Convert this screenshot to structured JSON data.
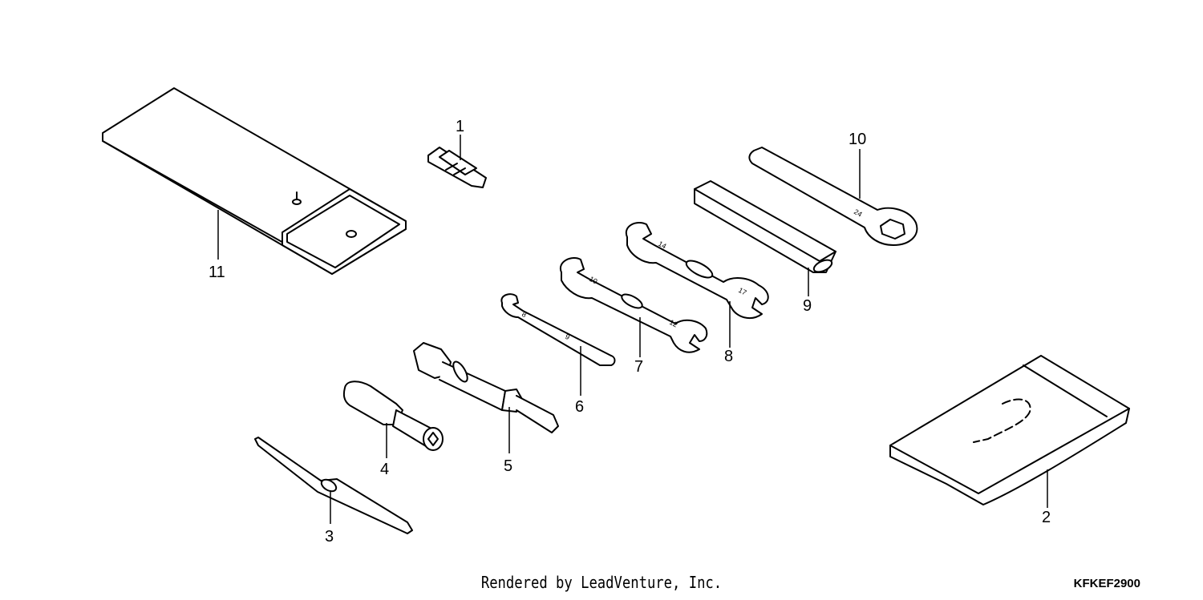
{
  "diagram": {
    "callouts": {
      "c1": "1",
      "c2": "2",
      "c3": "3",
      "c4": "4",
      "c5": "5",
      "c6": "6",
      "c7": "7",
      "c8": "8",
      "c9": "9",
      "c10": "10",
      "c11": "11"
    },
    "engravings": {
      "wrench6_a": "8",
      "wrench6_b": "9",
      "wrench7_a": "10",
      "wrench7_b": "12",
      "wrench8_a": "14",
      "wrench8_b": "17",
      "wrench10": "24"
    }
  },
  "footer": {
    "credit": "Rendered by LeadVenture, Inc.",
    "code": "KFKEF2900"
  }
}
